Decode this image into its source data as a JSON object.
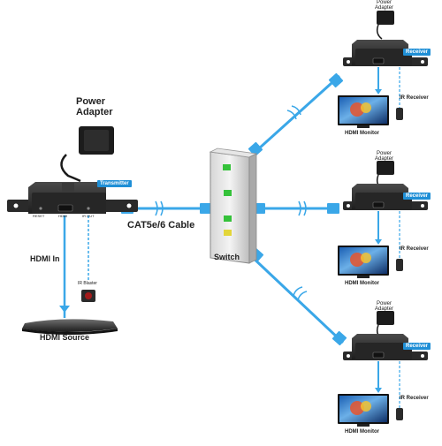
{
  "transmitter": {
    "power_adapter": "Power\nAdapter",
    "tag": "Transmitter",
    "port_reset": "RESET",
    "port_hdmi": "HDMI",
    "port_ir": "IR OUT",
    "hdmi_in": "HDMI In",
    "ir_blaster": "IR Blaster",
    "source": "HDMI Source"
  },
  "network": {
    "cable": "CAT5e/6 Cable",
    "switch": "Switch"
  },
  "receivers": [
    {
      "power_adapter": "Power\nAdapter",
      "tag": "Receiver",
      "ir_receiver": "IR Receiver",
      "monitor": "HDMI Monitor"
    },
    {
      "power_adapter": "Power\nAdapter",
      "tag": "Receiver",
      "ir_receiver": "IR Receiver",
      "monitor": "HDMI Monitor"
    },
    {
      "power_adapter": "Power\nAdapter",
      "tag": "Receiver",
      "ir_receiver": "IR Receiver",
      "monitor": "HDMI Monitor"
    }
  ],
  "colors": {
    "accent": "#1f8fd6",
    "cable": "#3aa7e8",
    "device": "#2b2b2b",
    "led_green": "#35c23a",
    "led_yellow": "#e3d63a"
  }
}
